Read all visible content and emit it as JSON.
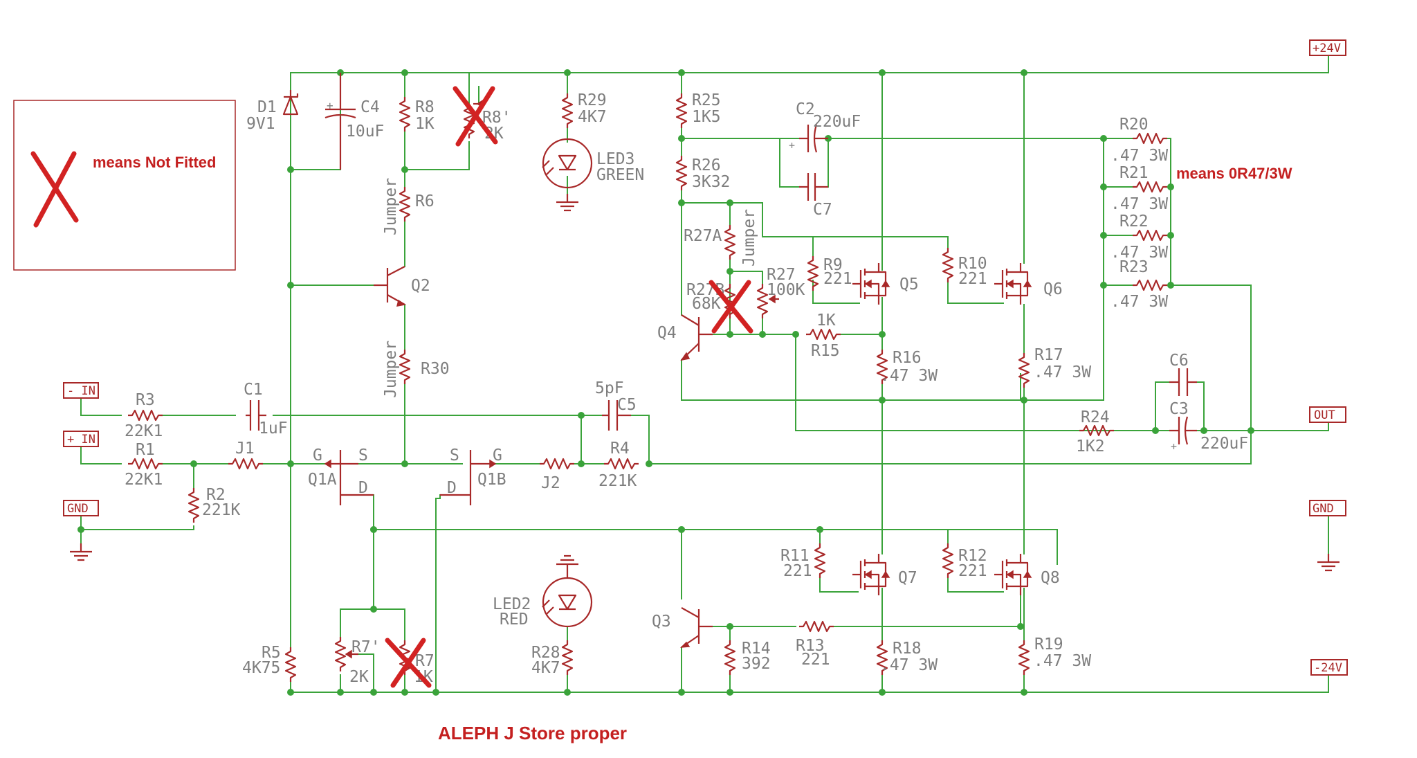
{
  "title": "ALEPH J Store proper",
  "legend": {
    "not_fitted": "means Not Fitted",
    "resistor_note": "means 0R47/3W"
  },
  "colors": {
    "wire": "#3aa33a",
    "component": "#a82828",
    "label": "#7e7e7e",
    "annotation": "#c42020"
  },
  "ports": {
    "vpos": "+24V",
    "vneg": "-24V",
    "in_neg": "- IN",
    "in_pos": "+ IN",
    "gnd_in": "GND",
    "out": "OUT",
    "gnd_out": "GND"
  },
  "labels": {
    "D1": "D1",
    "D1_val": "9V1",
    "C4": "C4",
    "C4_val": "10uF",
    "R8": "R8",
    "R8_val": "1K",
    "R8p": "R8'",
    "R8p_val": "2K",
    "R29": "R29",
    "R29_val": "4K7",
    "LED3": "LED3",
    "LED3_val": "GREEN",
    "R25": "R25",
    "R25_val": "1K5",
    "R26": "R26",
    "R26_val": "3K32",
    "C2": "C2",
    "C2_val": "220uF",
    "C7": "C7",
    "R20": "R20",
    "R20_val": ".47 3W",
    "R21": "R21",
    "R21_val": ".47 3W",
    "R22": "R22",
    "R22_val": ".47 3W",
    "R23": "R23",
    "R23_val": ".47 3W",
    "R6": "R6",
    "R6_val": "Jumper",
    "Q2": "Q2",
    "R27A": "R27A",
    "R27A_val": "Jumper",
    "R9": "R9",
    "R9_val": "221",
    "Q5": "Q5",
    "R10": "R10",
    "R10_val": "221",
    "Q6": "Q6",
    "R27B": "R27B",
    "R27B_val": "68K",
    "R27": "R27",
    "R27_val": "100K",
    "Q4": "Q4",
    "R15": "R15",
    "R15_val": "1K",
    "R16": "R16",
    "R16_val": ".47 3W",
    "R17": "R17",
    "R17_val": ".47 3W",
    "R30": "R30",
    "R30_val": "Jumper",
    "R3": "R3",
    "R3_val": "22K1",
    "C1": "C1",
    "C1_val": "1uF",
    "C5": "C5",
    "C5_val": "5pF",
    "C6": "C6",
    "C3": "C3",
    "C3_val": "220uF",
    "R24": "R24",
    "R24_val": "1K2",
    "R1": "R1",
    "R1_val": "22K1",
    "J1": "J1",
    "Q1A": "Q1A",
    "Q1B": "Q1B",
    "pin_G": "G",
    "pin_S": "S",
    "pin_D": "D",
    "J2": "J2",
    "R4": "R4",
    "R4_val": "221K",
    "R2": "R2",
    "R2_val": "221K",
    "R11": "R11",
    "R11_val": "221",
    "Q7": "Q7",
    "R12": "R12",
    "R12_val": "221",
    "Q8": "Q8",
    "LED2": "LED2",
    "LED2_val": "RED",
    "Q3": "Q3",
    "R5": "R5",
    "R5_val": "4K75",
    "R7p": "R7'",
    "R7p_val": "2K",
    "R7": "R7",
    "R7_val": "1K",
    "R28": "R28",
    "R28_val": "4K7",
    "R14": "R14",
    "R14_val": "392",
    "R13": "R13",
    "R13_val": "221",
    "R18": "R18",
    "R18_val": ".47 3W",
    "R19": "R19",
    "R19_val": ".47 3W"
  }
}
